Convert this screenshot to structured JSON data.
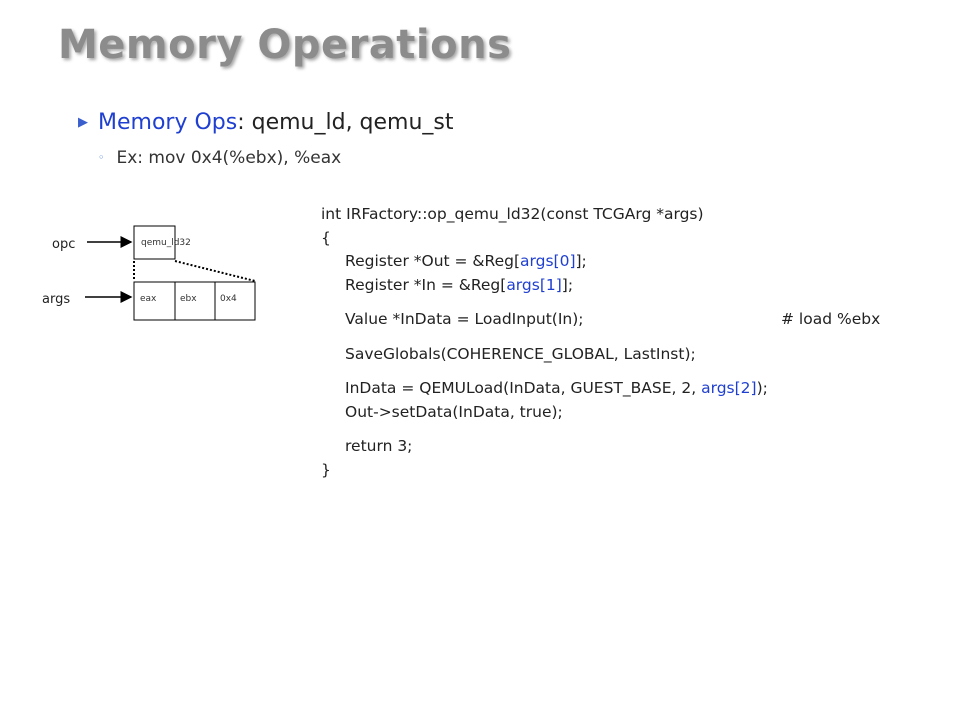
{
  "title": "Memory Operations",
  "bullets": {
    "level1": {
      "prefix": "Memory Ops",
      "rest": ": qemu_ld, qemu_st"
    },
    "level2": "Ex: mov 0x4(%ebx), %eax"
  },
  "diagram": {
    "opc_label": "opc",
    "args_label": "args",
    "opcode_cell": "qemu_ld32",
    "arg_cells": [
      "eax",
      "ebx",
      "0x4"
    ]
  },
  "code": {
    "signature": "int IRFactory::op_qemu_ld32(const TCGArg *args)",
    "open_brace": "{",
    "out_pre": "Register *Out = &Reg[",
    "out_arg": "args[0]",
    "out_post": "];",
    "in_pre": "Register *In = &Reg[",
    "in_arg": "args[1]",
    "in_post": "];",
    "indata_load": "Value *InData = LoadInput(In);",
    "indata_comment": "# load %ebx",
    "save_globals": "SaveGlobals(COHERENCE_GLOBAL, LastInst);",
    "qemu_load_pre": "InData = QEMULoad(InData, GUEST_BASE, 2, ",
    "qemu_load_arg": "args[2]",
    "qemu_load_post": ");",
    "set_data": "Out->setData(InData, true);",
    "return_stmt": "return 3;",
    "close_brace": "}"
  },
  "colors": {
    "accent": "#1f3fd0",
    "title": "#8c8c8c"
  }
}
